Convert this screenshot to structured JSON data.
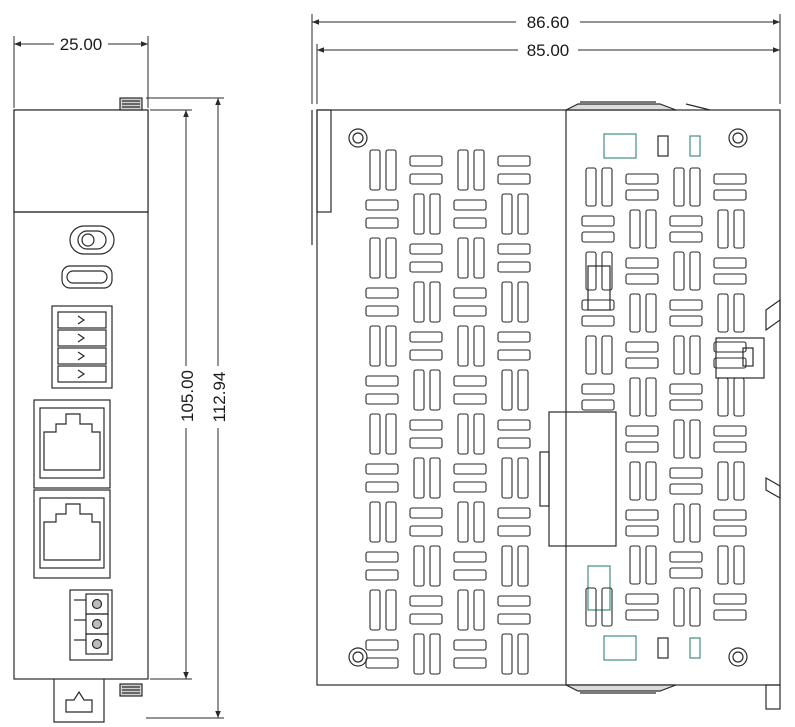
{
  "drawing": {
    "dimensions": {
      "overall_width_with_clip": "86.60",
      "overall_width": "85.00",
      "front_width": "25.00",
      "body_height": "105.00",
      "overall_height": "112.94"
    },
    "colors": {
      "line": "#2a2a2a",
      "connector_accent": "#3f8f80",
      "terminal_fill": "#bdbdbd",
      "background": "#ffffff"
    },
    "icons": [
      "usb-c-port-icon",
      "rj45-port-icon",
      "dip-switch-icon",
      "terminal-block-icon",
      "din-rail-clip-icon",
      "mounting-hole-icon"
    ]
  }
}
